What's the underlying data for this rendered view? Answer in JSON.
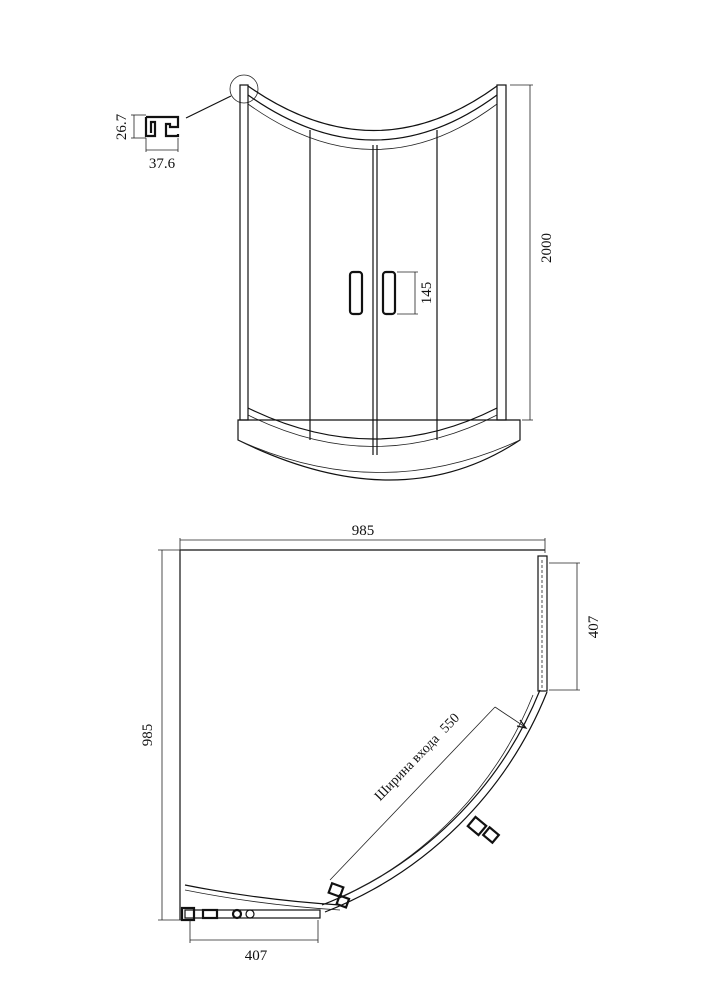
{
  "profile": {
    "height_label": "26.7",
    "width_label": "37.6"
  },
  "front_view": {
    "height_label": "2000",
    "handle_label": "145"
  },
  "plan_view": {
    "top_width_label": "985",
    "left_depth_label": "985",
    "right_panel_label": "407",
    "bottom_panel_label": "407",
    "entry_width_label": "Ширина входа",
    "entry_width_value": "550"
  }
}
